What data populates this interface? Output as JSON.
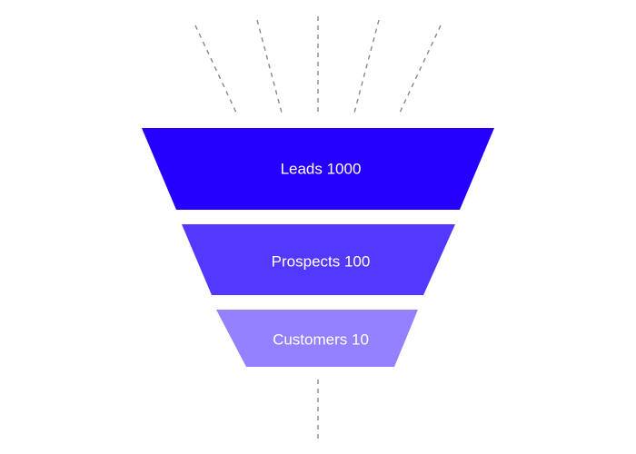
{
  "funnel": {
    "stages": [
      {
        "label": "Leads 1000",
        "color": "#2600ff"
      },
      {
        "label": "Prospects 100",
        "color": "#5338ff"
      },
      {
        "label": "Customers 10",
        "color": "#9381ff"
      }
    ]
  }
}
